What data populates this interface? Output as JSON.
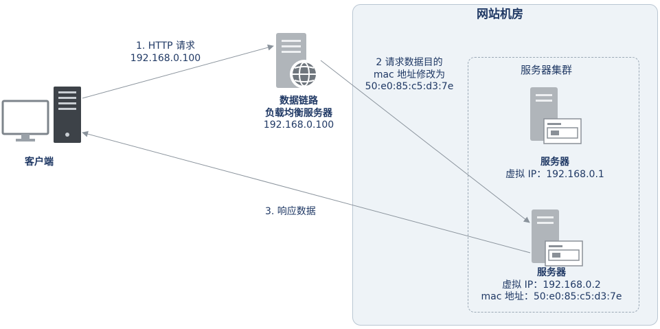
{
  "room": {
    "title": "网站机房"
  },
  "cluster": {
    "title": "服务器集群"
  },
  "client": {
    "label": "客户端"
  },
  "load_balancer": {
    "name_line1": "数据链路",
    "name_line2": "负载均衡服务器",
    "ip": "192.168.0.100"
  },
  "server1": {
    "name": "服务器",
    "ip_line": "虚拟 IP：192.168.0.1"
  },
  "server2": {
    "name": "服务器",
    "ip_line": "虚拟 IP：192.168.0.2",
    "mac_line": "mac 地址：50:e0:85:c5:d3:7e"
  },
  "arrows": {
    "step1_line1": "1. HTTP 请求",
    "step1_line2": "192.168.0.100",
    "step2_line1": "2 请求数据目的",
    "step2_line2": "mac 地址修改为",
    "step2_line3": "50:e0:85:c5:d3:7e",
    "step3": "3. 响应数据"
  },
  "colors": {
    "text": "#1f3864",
    "arrow": "#8a939c",
    "server": "#b0b5ba",
    "room_bg": "#eef3f7"
  }
}
